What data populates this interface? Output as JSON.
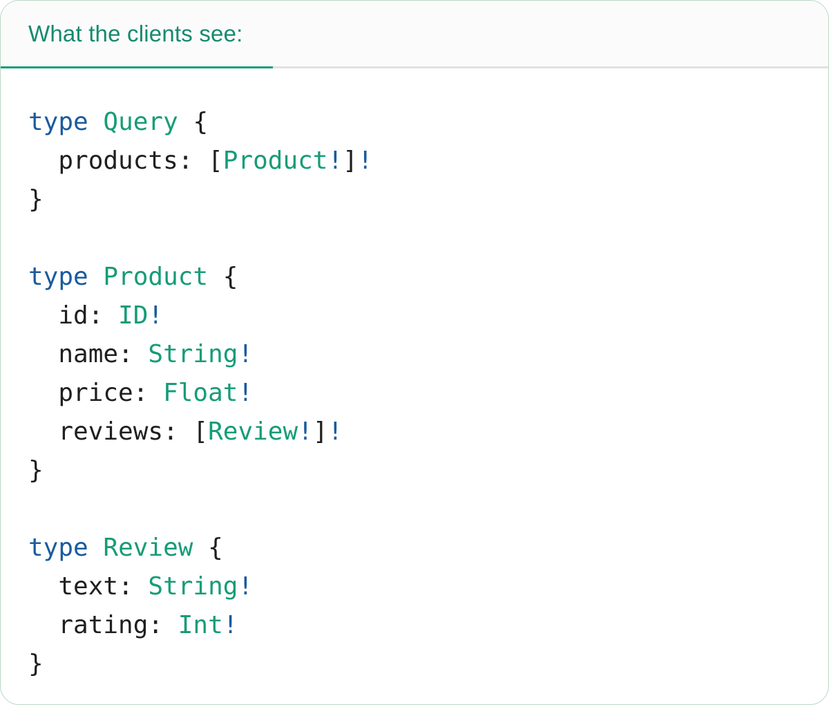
{
  "panel": {
    "tab_label": "What the clients see:"
  },
  "colors": {
    "teal": "#169c77",
    "keyword_blue": "#1a5b9e",
    "plain_dark": "#1f1f1f",
    "header_teal": "#158a6e",
    "header_bg": "#fbfbfb",
    "divider_gray": "#e2e2e2",
    "card_border": "#b9d6c4",
    "card_bg": "#ffffff"
  },
  "code": {
    "language": "graphql-sdl",
    "text": "type Query {\n  products: [Product!]!\n}\n\ntype Product {\n  id: ID!\n  name: String!\n  price: Float!\n  reviews: [Review!]!\n}\n\ntype Review {\n  text: String!\n  rating: Int!\n}",
    "lines": [
      {
        "tokens": [
          {
            "text": "type",
            "style": "keyword"
          },
          {
            "text": " ",
            "style": "plain"
          },
          {
            "text": "Query",
            "style": "type"
          },
          {
            "text": " {",
            "style": "plain"
          }
        ]
      },
      {
        "tokens": [
          {
            "text": "  products: [",
            "style": "plain"
          },
          {
            "text": "Product",
            "style": "type"
          },
          {
            "text": "!",
            "style": "bang"
          },
          {
            "text": "]",
            "style": "plain"
          },
          {
            "text": "!",
            "style": "bang"
          }
        ]
      },
      {
        "tokens": [
          {
            "text": "}",
            "style": "plain"
          }
        ]
      },
      {
        "tokens": []
      },
      {
        "tokens": [
          {
            "text": "type",
            "style": "keyword"
          },
          {
            "text": " ",
            "style": "plain"
          },
          {
            "text": "Product",
            "style": "type"
          },
          {
            "text": " {",
            "style": "plain"
          }
        ]
      },
      {
        "tokens": [
          {
            "text": "  id: ",
            "style": "plain"
          },
          {
            "text": "ID",
            "style": "type"
          },
          {
            "text": "!",
            "style": "bang"
          }
        ]
      },
      {
        "tokens": [
          {
            "text": "  name: ",
            "style": "plain"
          },
          {
            "text": "String",
            "style": "type"
          },
          {
            "text": "!",
            "style": "bang"
          }
        ]
      },
      {
        "tokens": [
          {
            "text": "  price: ",
            "style": "plain"
          },
          {
            "text": "Float",
            "style": "type"
          },
          {
            "text": "!",
            "style": "bang"
          }
        ]
      },
      {
        "tokens": [
          {
            "text": "  reviews: [",
            "style": "plain"
          },
          {
            "text": "Review",
            "style": "type"
          },
          {
            "text": "!",
            "style": "bang"
          },
          {
            "text": "]",
            "style": "plain"
          },
          {
            "text": "!",
            "style": "bang"
          }
        ]
      },
      {
        "tokens": [
          {
            "text": "}",
            "style": "plain"
          }
        ]
      },
      {
        "tokens": []
      },
      {
        "tokens": [
          {
            "text": "type",
            "style": "keyword"
          },
          {
            "text": " ",
            "style": "plain"
          },
          {
            "text": "Review",
            "style": "type"
          },
          {
            "text": " {",
            "style": "plain"
          }
        ]
      },
      {
        "tokens": [
          {
            "text": "  text: ",
            "style": "plain"
          },
          {
            "text": "String",
            "style": "type"
          },
          {
            "text": "!",
            "style": "bang"
          }
        ]
      },
      {
        "tokens": [
          {
            "text": "  rating: ",
            "style": "plain"
          },
          {
            "text": "Int",
            "style": "type"
          },
          {
            "text": "!",
            "style": "bang"
          }
        ]
      },
      {
        "tokens": [
          {
            "text": "}",
            "style": "plain"
          }
        ]
      }
    ]
  }
}
